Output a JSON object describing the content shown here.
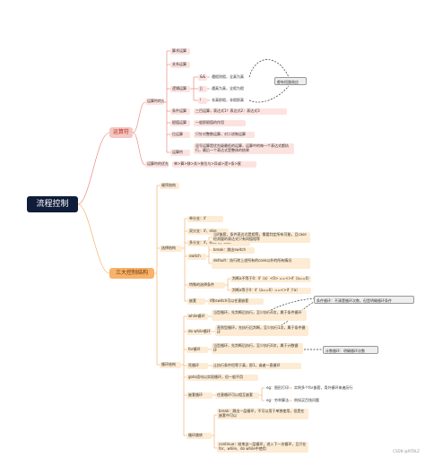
{
  "root": "流程控制",
  "operators": {
    "title": "运算符",
    "categories_title": "运算符的分类",
    "categories": [
      "算术运算",
      "关系运算",
      "逻辑运算",
      "条件运算",
      "赋值运算",
      "位运算",
      "运算符"
    ],
    "logic_items": [
      "&&",
      "||",
      "!"
    ],
    "logic_details": [
      "遇假则假，全真为真",
      "遇真为真，全假为假",
      "非真即假，非假即真"
    ],
    "short_circuit": "都有短路效应",
    "conditional": "三目运算，表达式1？表达式2：表达式3",
    "assignment": "一般即赋值的作用",
    "bitwise": "只针对整数运算，对二进制运算",
    "comma": "逗号运算是优先级最低的运算，运算中的每一个表达式都执行，最后一个表达式是整体的结果",
    "precedence_title": "运算符的优先级",
    "precedence": "单>算>移>关>按位与>异或>逻>条>赋"
  },
  "structures": {
    "title": "三大控制结构",
    "sequence": "顺序结构",
    "selection": {
      "title": "选择结构",
      "single": "单分支：if",
      "double": "双分支：if，else",
      "multi": "多分支：if，else if，else",
      "switch_label": "switch",
      "switch_items": [
        "当if嵌套，条件表达式是相等，需要判定所有可能，且case 检测量的表达式只有同值相等",
        "break：跳出switch",
        "default：执行除上述所有的case以外的所有情况"
      ],
      "special": "特殊的选择条件",
      "special_items": [
        "判断a不等于0：if（a）<0> ==<>if（a==0）",
        "判断a等于0：if（a==0）==<>if（!a）"
      ],
      "nested": "嵌套",
      "nested_detail": "if和switch可以任意嵌套"
    },
    "loop": {
      "title": "循环结构",
      "while_label": "while循环",
      "while_detail": "当型循环，先判断后执行，至少执行0次，属于条件循环",
      "while_note": "条件循环：不清楚循环次数，但是明确循环条件",
      "dowhile_label": "do while循环",
      "dowhile_detail": "直到型循环，先执行后判断，至少执行1次，属于条件循环",
      "for_label": "for循环",
      "for_detail": "当型循环，先判断后执行，至少执行0次，属于计数循环",
      "for_note": "计数循环：明确循环次数",
      "dead_label": "死循环",
      "dead_detail": "让执行条件恒等于真，即1，或者一直循环",
      "goto": "goto语句以实现循环，但一般不用",
      "nested_label": "嵌套循环",
      "nested_detail": "任意循环可以相互嵌套",
      "nested_items": [
        "eg：图形打印",
        "eg：穷举算法"
      ],
      "nested_desc": [
        "实例多个for嵌套，用外循环来遍历行",
        "例如买百钱问题"
      ],
      "jump_label": "循环跳转",
      "break_detail": "break：跳出一层循环，不可以用于单独使用，但是在嵌套中可以",
      "continue_detail": "continue：结束这一层循环，进入下一次循环，且只在for、while、do while中使用"
    }
  },
  "footer": "CSDN @NTBLZ"
}
